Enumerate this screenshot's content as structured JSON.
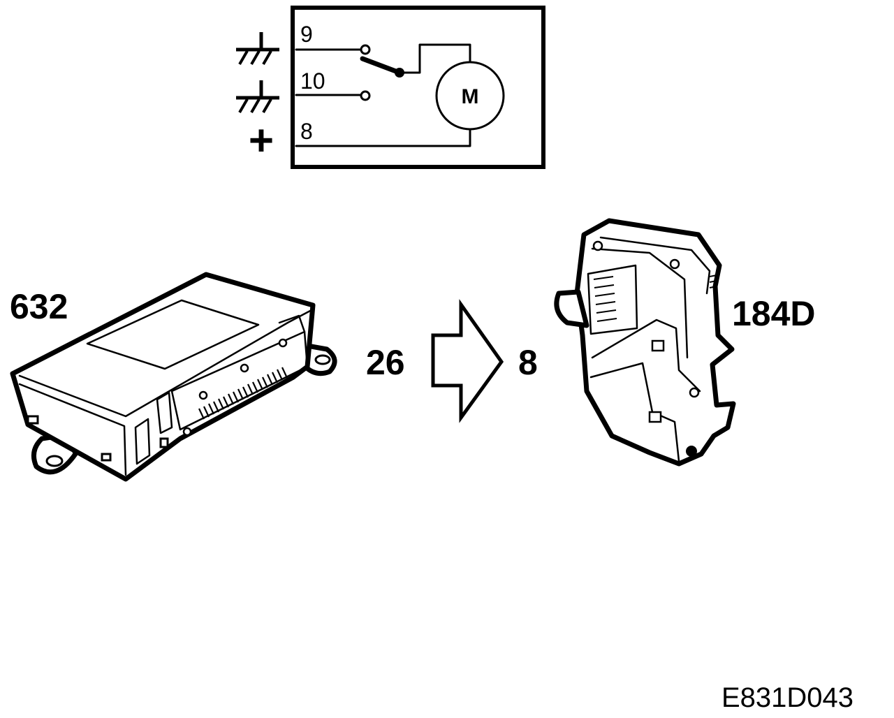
{
  "schematic": {
    "pins": [
      "9",
      "10",
      "8"
    ],
    "motor_label": "M",
    "supply_symbol": "+"
  },
  "components": {
    "control_module": "632",
    "actuator": "184D"
  },
  "connection": {
    "from_pin": "26",
    "to_pin": "8"
  },
  "figure_code": "E831D043"
}
